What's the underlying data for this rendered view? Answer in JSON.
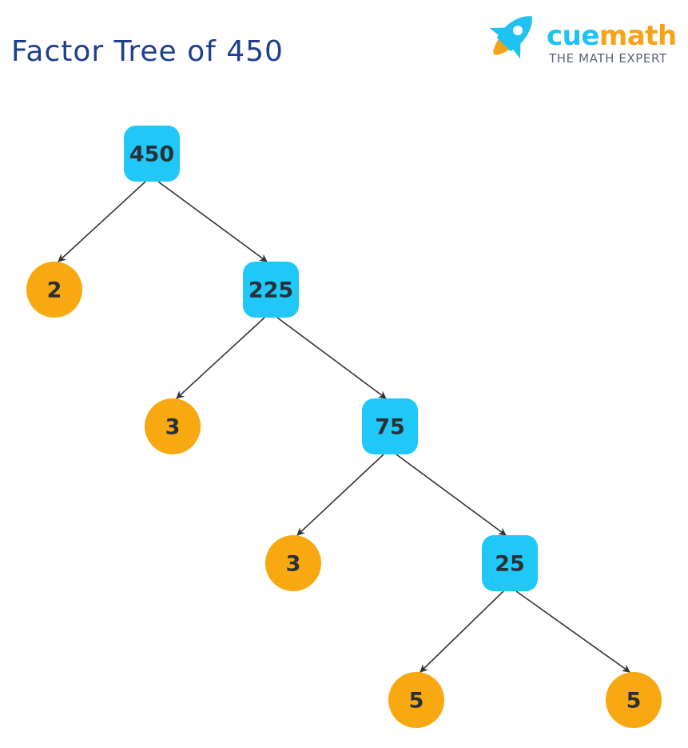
{
  "title": "Factor Tree of 450",
  "brand": {
    "name_part1": "cue",
    "name_part2": "math",
    "tagline": "THE MATH EXPERT",
    "logo_icon": "rocket-icon"
  },
  "colors": {
    "title": "#1e3f8f",
    "composite_node": "#20c8f8",
    "prime_node": "#f8a912",
    "edge": "#333333",
    "brand_blue": "#20c2f2",
    "brand_orange": "#f6a31a"
  },
  "tree": {
    "nodes": [
      {
        "id": "n450",
        "value": "450",
        "kind": "composite",
        "parent": null
      },
      {
        "id": "n2",
        "value": "2",
        "kind": "prime",
        "parent": "n450"
      },
      {
        "id": "n225",
        "value": "225",
        "kind": "composite",
        "parent": "n450"
      },
      {
        "id": "n3a",
        "value": "3",
        "kind": "prime",
        "parent": "n225"
      },
      {
        "id": "n75",
        "value": "75",
        "kind": "composite",
        "parent": "n225"
      },
      {
        "id": "n3b",
        "value": "3",
        "kind": "prime",
        "parent": "n75"
      },
      {
        "id": "n25",
        "value": "25",
        "kind": "composite",
        "parent": "n75"
      },
      {
        "id": "n5a",
        "value": "5",
        "kind": "prime",
        "parent": "n25"
      },
      {
        "id": "n5b",
        "value": "5",
        "kind": "prime",
        "parent": "n25"
      }
    ]
  }
}
